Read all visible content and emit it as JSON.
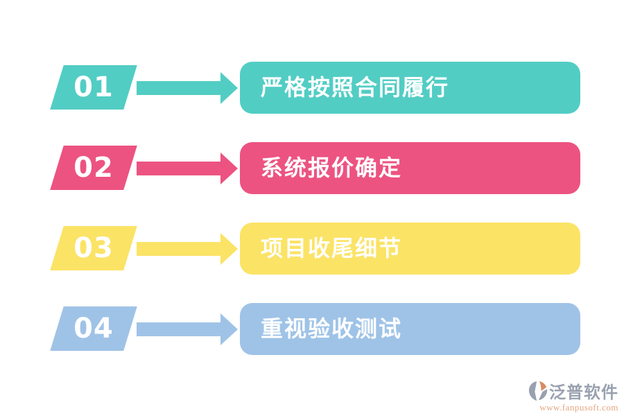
{
  "canvas": {
    "background": "#ffffff"
  },
  "steps": [
    {
      "number": "01",
      "label": "严格按照合同履行",
      "color": "#52CDC4"
    },
    {
      "number": "02",
      "label": "系统报价确定",
      "color": "#EC5381"
    },
    {
      "number": "03",
      "label": "项目收尾细节",
      "color": "#FBE366"
    },
    {
      "number": "04",
      "label": "重视验收测试",
      "color": "#9FC3E7"
    }
  ],
  "icons": {
    "arrow": "arrow-right-icon",
    "logo": "fanpu-logo-icon"
  },
  "watermark": {
    "brand": "泛普软件",
    "url": "www.fanpusoft.com",
    "brand_color": "#9AA1AF",
    "url_color": "#E5A581",
    "logo_gray": "#99A1B0",
    "logo_orange": "#D98A5F"
  }
}
